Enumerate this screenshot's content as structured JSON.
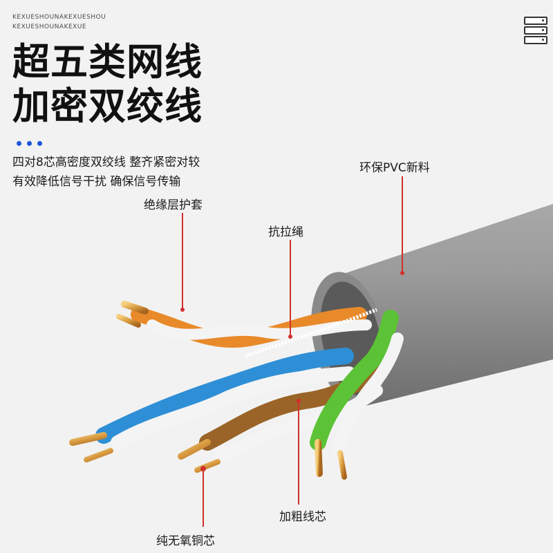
{
  "brand": {
    "line1": "KEXUESHOUNAKEXUESHOU",
    "line2": "KEXUESHOUNAKEXUE"
  },
  "title": {
    "line1": "超五类网线",
    "line2": "加密双绞线"
  },
  "description": {
    "line1": "四对8芯高密度双绞线 整齐紧密对较",
    "line2": "有效降低信号干扰 确保信号传输"
  },
  "labels": {
    "pvc": "环保PVC新料",
    "insulation": "绝缘层护套",
    "rope": "抗拉绳",
    "core": "加粗线芯",
    "copper": "纯无氧铜芯"
  },
  "colors": {
    "accent_dots": "#1a56d6",
    "pointer_line": "#d0302a",
    "jacket": "#8c8c8c",
    "orange": "#e8892a",
    "blue": "#2e8fd6",
    "brown": "#9a6428",
    "green": "#5cc236",
    "copper": "#d89a40"
  },
  "icons": {
    "menu": "menu-icon"
  }
}
